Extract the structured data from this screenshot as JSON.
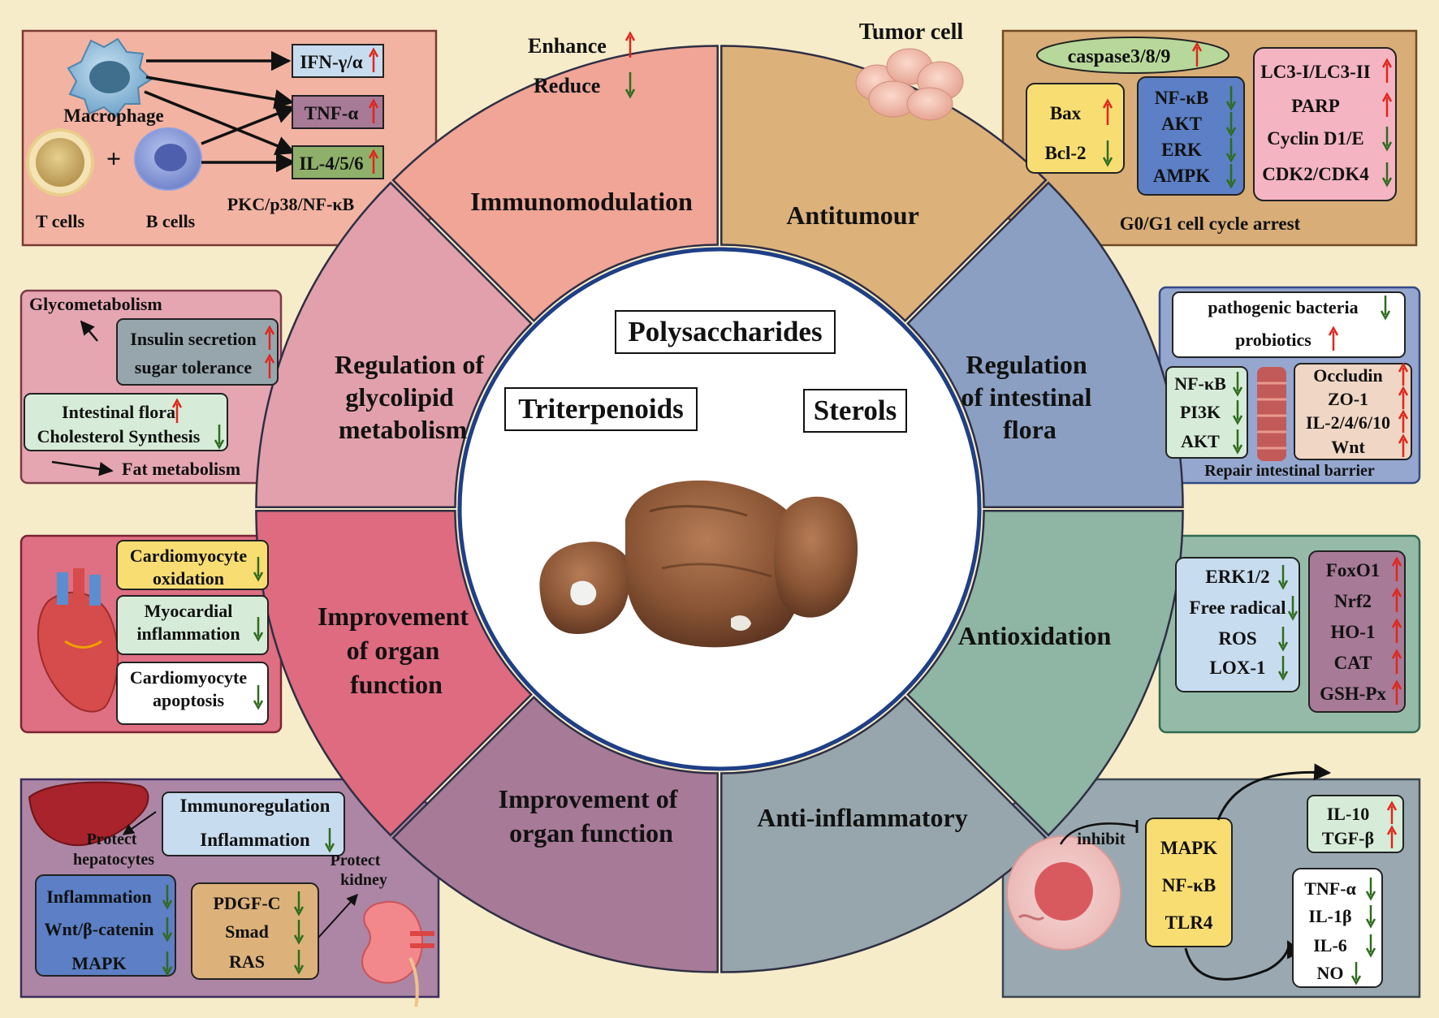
{
  "legend": {
    "enhance": "Enhance",
    "reduce": "Reduce"
  },
  "colors": {
    "background": "#f7ecc9",
    "up_arrow": "#e0261c",
    "down_arrow": "#2f6b1e"
  },
  "center": {
    "labels": [
      "Polysaccharides",
      "Triterpenoids",
      "Sterols"
    ],
    "image": "poria-sclerotium-image"
  },
  "sectors": [
    {
      "id": "immunomodulation",
      "lines": [
        "Immunomodulation"
      ],
      "color": "#f0a597"
    },
    {
      "id": "antitumour",
      "lines": [
        "Antitumour"
      ],
      "color": "#ddb27a"
    },
    {
      "id": "intestinal-flora",
      "lines": [
        "Regulation",
        "of intestinal",
        "flora"
      ],
      "color": "#8b9fc2"
    },
    {
      "id": "antioxidation",
      "lines": [
        "Antioxidation"
      ],
      "color": "#8fb5a4"
    },
    {
      "id": "anti-inflammatory",
      "lines": [
        "Anti-inflammatory"
      ],
      "color": "#97a6ad"
    },
    {
      "id": "organ-function-bottom",
      "lines": [
        "Improvement of",
        "organ function"
      ],
      "color": "#a77a97"
    },
    {
      "id": "organ-function-left",
      "lines": [
        "Improvement",
        "of organ",
        "function"
      ],
      "color": "#df6b81"
    },
    {
      "id": "glycolipid",
      "lines": [
        "Regulation of",
        "glycolipid",
        "metabolism"
      ],
      "color": "#e1a0ab"
    }
  ],
  "tumor_cell_label": "Tumor cell",
  "panels": {
    "immuno": {
      "macrophage": "Macrophage",
      "t_cells": "T cells",
      "b_cells": "B cells",
      "plus": "+",
      "pathway": "PKC/p38/NF-κB",
      "outputs": [
        {
          "label": "IFN-γ/α",
          "dir": "up",
          "fill": "#c8dcef"
        },
        {
          "label": "TNF-α",
          "dir": "up",
          "fill": "#a77a97"
        },
        {
          "label": "IL-4/5/6",
          "dir": "up",
          "fill": "#8fb06a"
        }
      ]
    },
    "antitumour": {
      "caspase": {
        "label": "caspase3/8/9",
        "dir": "up"
      },
      "box1": [
        {
          "label": "Bax",
          "dir": "up"
        },
        {
          "label": "Bcl-2",
          "dir": "down"
        }
      ],
      "box2": [
        {
          "label": "NF-κB",
          "dir": "down"
        },
        {
          "label": "AKT",
          "dir": "down"
        },
        {
          "label": "ERK",
          "dir": "down"
        },
        {
          "label": "AMPK",
          "dir": "down"
        }
      ],
      "box3": [
        {
          "label": "LC3-I/LC3-II",
          "dir": "up"
        },
        {
          "label": "PARP",
          "dir": "up"
        },
        {
          "label": "Cyclin D1/E",
          "dir": "down"
        },
        {
          "label": "CDK2/CDK4",
          "dir": "down"
        }
      ],
      "caption": "G0/G1 cell cycle arrest"
    },
    "flora": {
      "top": [
        {
          "label": "pathogenic bacteria",
          "dir": "down"
        },
        {
          "label": "probiotics",
          "dir": "up"
        }
      ],
      "left": [
        {
          "label": "NF-κB",
          "dir": "down"
        },
        {
          "label": "PI3K",
          "dir": "down"
        },
        {
          "label": "AKT",
          "dir": "down"
        }
      ],
      "right": [
        {
          "label": "Occludin",
          "dir": "up"
        },
        {
          "label": "ZO-1",
          "dir": "up"
        },
        {
          "label": "IL-2/4/6/10",
          "dir": "up"
        },
        {
          "label": "Wnt",
          "dir": "up"
        }
      ],
      "caption": "Repair intestinal barrier"
    },
    "antiox": {
      "left": [
        {
          "label": "ERK1/2",
          "dir": "down"
        },
        {
          "label": "Free radical",
          "dir": "down"
        },
        {
          "label": "ROS",
          "dir": "down"
        },
        {
          "label": "LOX-1",
          "dir": "down"
        }
      ],
      "right": [
        {
          "label": "FoxO1",
          "dir": "up"
        },
        {
          "label": "Nrf2",
          "dir": "up"
        },
        {
          "label": "HO-1",
          "dir": "up"
        },
        {
          "label": "CAT",
          "dir": "up"
        },
        {
          "label": "GSH-Px",
          "dir": "up"
        }
      ]
    },
    "inflam": {
      "inhibit": "inhibit",
      "center": [
        "MAPK",
        "NF-κB",
        "TLR4"
      ],
      "up": [
        {
          "label": "IL-10",
          "dir": "up"
        },
        {
          "label": "TGF-β",
          "dir": "up"
        }
      ],
      "down": [
        {
          "label": "TNF-α",
          "dir": "down"
        },
        {
          "label": "IL-1β",
          "dir": "down"
        },
        {
          "label": "IL-6",
          "dir": "down"
        },
        {
          "label": "NO",
          "dir": "down"
        }
      ]
    },
    "organ_bottom": {
      "protect_hep": [
        "Protect",
        "hepatocytes"
      ],
      "immuno": [
        {
          "label": "Immunoregulation",
          "dir": null
        },
        {
          "label": "Inflammation",
          "dir": "down"
        }
      ],
      "left": [
        {
          "label": "Inflammation",
          "dir": "down"
        },
        {
          "label": "Wnt/β-catenin",
          "dir": "down"
        },
        {
          "label": "MAPK",
          "dir": "down"
        }
      ],
      "mid": [
        {
          "label": "PDGF-C",
          "dir": "down"
        },
        {
          "label": "Smad",
          "dir": "down"
        },
        {
          "label": "RAS",
          "dir": "down"
        }
      ],
      "protect_kid": [
        "Protect",
        "kidney"
      ]
    },
    "organ_left": {
      "boxes": [
        {
          "lines": [
            "Cardiomyocyte",
            "oxidation"
          ],
          "dir": "down",
          "fill": "#f8dd73"
        },
        {
          "lines": [
            "Myocardial",
            "inflammation"
          ],
          "dir": "down",
          "fill": "#d6ecd8"
        },
        {
          "lines": [
            "Cardiomyocyte",
            "apoptosis"
          ],
          "dir": "down",
          "fill": "#ffffff"
        }
      ]
    },
    "glyco": {
      "glycometabolism": "Glycometabolism",
      "insulin": [
        {
          "label": "Insulin secretion",
          "dir": "up"
        },
        {
          "label": "sugar tolerance",
          "dir": "up"
        }
      ],
      "flora": [
        {
          "label": "Intestinal flora",
          "dir": "up"
        },
        {
          "label": "Cholesterol Synthesis",
          "dir": "down"
        }
      ],
      "fat": "Fat metabolism"
    }
  }
}
